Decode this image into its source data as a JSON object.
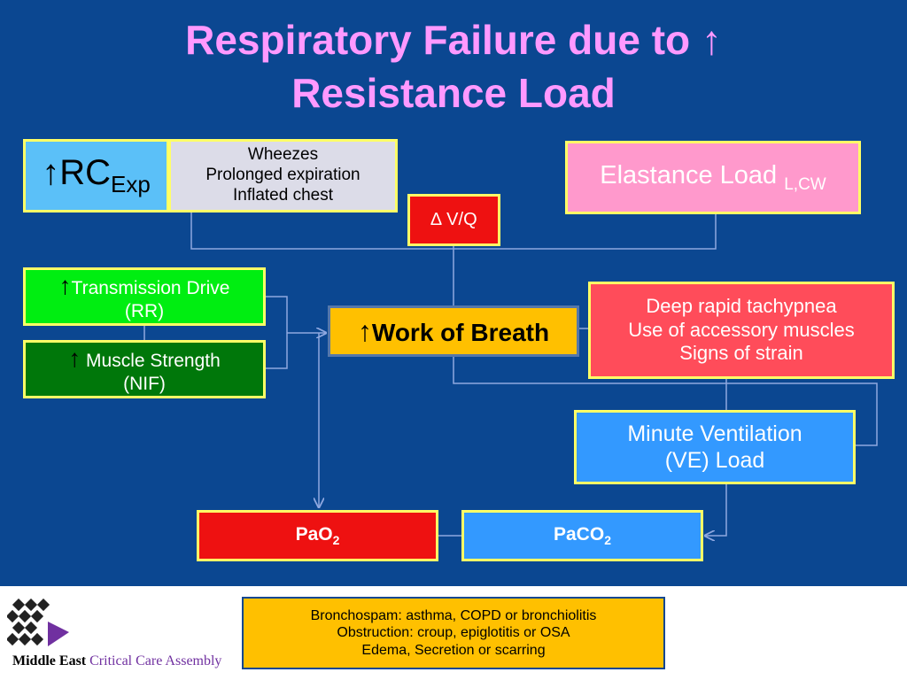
{
  "title": {
    "line1": "Respiratory Failure due to ↑",
    "line2": "Resistance Load"
  },
  "rc_box": {
    "arrow": "↑",
    "main": "RC",
    "sub": "Exp"
  },
  "signs_box": {
    "lines": [
      "Wheezes",
      "Prolonged expiration",
      "Inflated chest"
    ]
  },
  "elastance_box": {
    "main": "Elastance Load ",
    "sub": "L,CW"
  },
  "vq_box": {
    "label": "∆ V/Q"
  },
  "transmission_box": {
    "arrow": "↑",
    "line1": "Transmission Drive",
    "line2": "(RR)"
  },
  "muscle_box": {
    "arrow": "↑",
    "line1": " Muscle Strength",
    "line2": "(NIF)"
  },
  "work_box": {
    "arrow": "↑",
    "label": "Work of Breath"
  },
  "tachypnea_box": {
    "lines": [
      "Deep rapid tachypnea",
      "Use of accessory muscles",
      "Signs of strain"
    ]
  },
  "minute_box": {
    "line1": "Minute Ventilation",
    "line2": "(VE) Load"
  },
  "pao2_box": {
    "main": "PaO",
    "sub": "2"
  },
  "paco2_box": {
    "main": "PaCO",
    "sub": "2"
  },
  "causes_box": {
    "lines": [
      "Bronchospam: asthma, COPD or bronchiolitis",
      "Obstruction: croup, epiglotitis or OSA",
      "Edema, Secretion or scarring"
    ]
  },
  "logo": {
    "part1": "Middle East ",
    "part2": "Critical Care Assembly"
  },
  "colors": {
    "background": "#0b4791",
    "title": "#ff99ff",
    "box_border": "#ffff66",
    "connector": "#8fa8e0",
    "light_blue": "#5bc0f8",
    "grey": "#dcdce8",
    "pink": "#ff99cc",
    "red": "#ee1111",
    "green": "#00ee11",
    "dark_green": "#00770a",
    "orange": "#ffc000",
    "coral": "#ff4c5a",
    "blue": "#3399ff",
    "logo_purple": "#7030a0"
  }
}
